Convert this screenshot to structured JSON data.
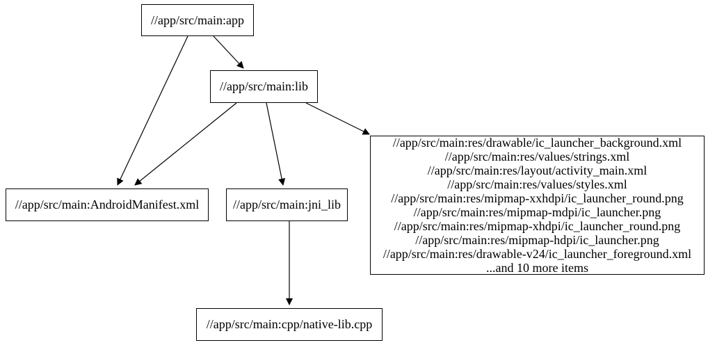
{
  "graph": {
    "type": "build-dependency-graph",
    "colors": {
      "background": "#ffffff",
      "node_fill": "#ffffff",
      "node_border": "#000000",
      "edge": "#000000",
      "text": "#000000"
    },
    "nodes": {
      "app": {
        "label": "//app/src/main:app"
      },
      "lib": {
        "label": "//app/src/main:lib"
      },
      "android_manifest": {
        "label": "//app/src/main:AndroidManifest.xml"
      },
      "jni_lib": {
        "label": "//app/src/main:jni_lib"
      },
      "native_lib_cpp": {
        "label": "//app/src/main:cpp/native-lib.cpp"
      },
      "resources": {
        "lines": [
          "//app/src/main:res/drawable/ic_launcher_background.xml",
          "//app/src/main:res/values/strings.xml",
          "//app/src/main:res/layout/activity_main.xml",
          "//app/src/main:res/values/styles.xml",
          "//app/src/main:res/mipmap-xxhdpi/ic_launcher_round.png",
          "//app/src/main:res/mipmap-mdpi/ic_launcher.png",
          "//app/src/main:res/mipmap-xhdpi/ic_launcher_round.png",
          "//app/src/main:res/mipmap-hdpi/ic_launcher.png",
          "//app/src/main:res/drawable-v24/ic_launcher_foreground.xml",
          "...and 10 more items"
        ]
      }
    },
    "edges": [
      {
        "from": "//app/src/main:app",
        "to": "//app/src/main:lib"
      },
      {
        "from": "//app/src/main:app",
        "to": "//app/src/main:AndroidManifest.xml"
      },
      {
        "from": "//app/src/main:lib",
        "to": "//app/src/main:AndroidManifest.xml"
      },
      {
        "from": "//app/src/main:lib",
        "to": "//app/src/main:jni_lib"
      },
      {
        "from": "//app/src/main:lib",
        "to": "resources-group"
      },
      {
        "from": "//app/src/main:jni_lib",
        "to": "//app/src/main:cpp/native-lib.cpp"
      }
    ]
  }
}
